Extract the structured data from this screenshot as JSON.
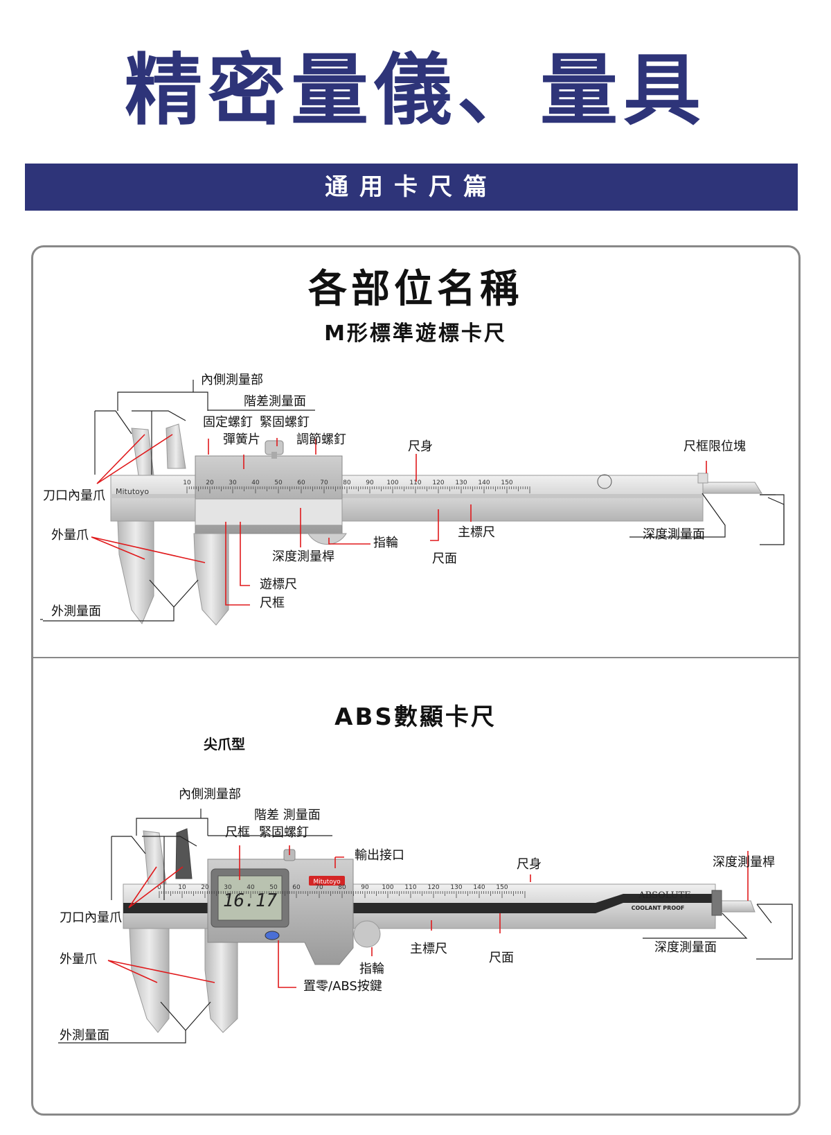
{
  "header": {
    "title": "精密量儀、量具",
    "banner": "通用卡尺篇"
  },
  "section": {
    "title": "各部位名稱"
  },
  "vernier": {
    "title": "M形標準遊標卡尺",
    "labels": {
      "inner_measuring": "內側測量部",
      "step_measuring": "階差測量面",
      "fixing_screw": "固定螺釘",
      "clamp_screw": "緊固螺釘",
      "spring": "彈簧片",
      "adjust_screw": "調節螺釘",
      "beam": "尺身",
      "beam_stop": "尺框限位塊",
      "knife_inner_jaw": "刀口內量爪",
      "outer_jaw": "外量爪",
      "main_scale": "主標尺",
      "depth_face": "深度測量面",
      "thumb_roller": "指輪",
      "depth_rod": "深度測量桿",
      "scale_face": "尺面",
      "vernier_scale": "遊標尺",
      "slider": "尺框",
      "outer_face": "外測量面"
    },
    "scale_numbers": [
      "10",
      "20",
      "30",
      "40",
      "50",
      "60",
      "70",
      "80",
      "90",
      "100",
      "110",
      "120",
      "130",
      "140",
      "150"
    ],
    "brand": "Mitutoyo"
  },
  "digital": {
    "title": "ABS數顯卡尺",
    "subtype": "尖爪型",
    "display_value": "16.17",
    "brand": "Mitutoyo",
    "absolute": "ABSOLUTE",
    "coolant": "COOLANT PROOF",
    "labels": {
      "inner_measuring": "內側測量部",
      "step_measuring": "階差 測量面",
      "slider": "尺框",
      "clamp_screw": "緊固螺釘",
      "output": "輸出接口",
      "beam": "尺身",
      "depth_rod": "深度測量桿",
      "knife_inner_jaw": "刀口內量爪",
      "outer_jaw": "外量爪",
      "main_scale": "主標尺",
      "scale_face": "尺面",
      "depth_face": "深度測量面",
      "thumb_roller": "指輪",
      "zero_button": "置零/ABS按鍵",
      "outer_face": "外測量面"
    },
    "scale_numbers": [
      "0",
      "10",
      "20",
      "30",
      "40",
      "50",
      "60",
      "70",
      "80",
      "90",
      "100",
      "110",
      "120",
      "130",
      "140",
      "150"
    ]
  },
  "colors": {
    "navy": "#2e3479",
    "red": "#e0191b",
    "line": "#222222",
    "panel_border": "#888888"
  }
}
